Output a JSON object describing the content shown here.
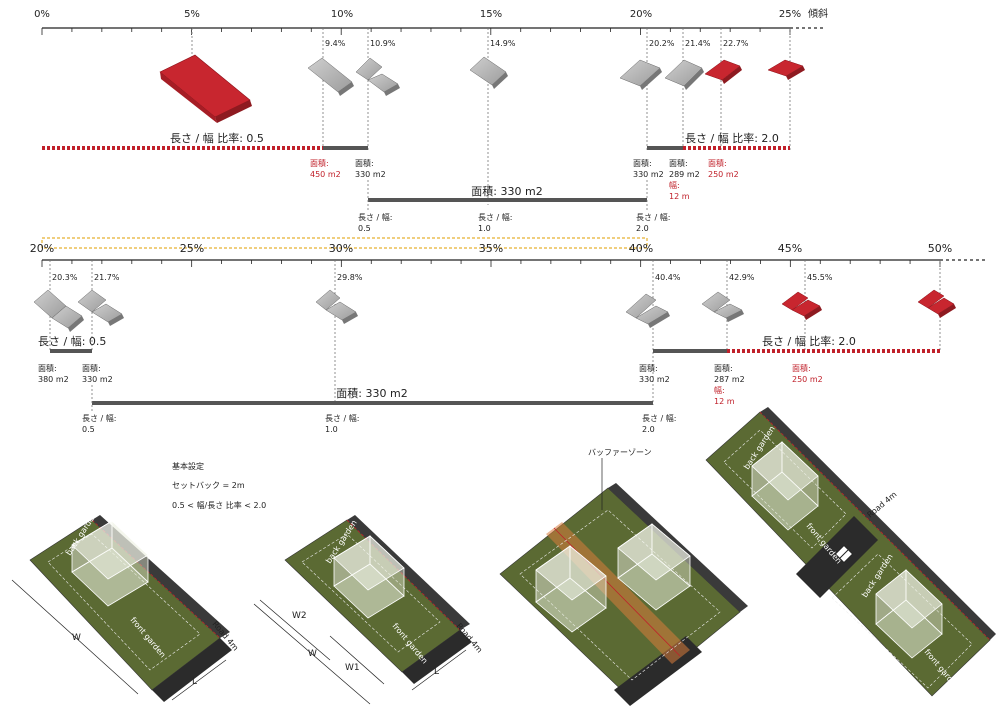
{
  "top_scale": {
    "ticks": [
      "0%",
      "5%",
      "10%",
      "15%",
      "20%",
      "25%"
    ],
    "unit_label": "傾斜",
    "markers": [
      "9.4%",
      "10.9%",
      "14.9%",
      "20.2%",
      "21.4%",
      "22.7%"
    ],
    "ratio_left": "長さ / 幅  比率: 0.5",
    "ratio_right": "長さ / 幅  比率: 2.0",
    "areas": [
      {
        "label": "面積:",
        "value": "450 m2",
        "red": true
      },
      {
        "label": "面積:",
        "value": "330 m2",
        "red": false
      },
      {
        "label": "面積:",
        "value": "330 m2",
        "red": false
      },
      {
        "label": "面積:",
        "value": "289 m2",
        "red": false
      },
      {
        "label": "面積:",
        "value": "250 m2",
        "red": true
      }
    ],
    "width_note": {
      "label": "幅:",
      "value": "12 m"
    },
    "area_band": "面積: 330 m2",
    "lw_marks": [
      {
        "label": "長さ / 幅:",
        "value": "0.5"
      },
      {
        "label": "長さ / 幅:",
        "value": "1.0"
      },
      {
        "label": "長さ / 幅:",
        "value": "2.0"
      }
    ]
  },
  "bottom_scale": {
    "ticks": [
      "20%",
      "25%",
      "30%",
      "35%",
      "40%",
      "45%",
      "50%"
    ],
    "markers": [
      "20.3%",
      "21.7%",
      "29.8%",
      "40.4%",
      "42.9%",
      "45.5%"
    ],
    "ratio_left": "長さ / 幅: 0.5",
    "ratio_right": "長さ / 幅  比率: 2.0",
    "areas": [
      {
        "label": "面積:",
        "value": "380 m2",
        "red": false
      },
      {
        "label": "面積:",
        "value": "330 m2",
        "red": false
      },
      {
        "label": "面積:",
        "value": "330 m2",
        "red": false
      },
      {
        "label": "面積:",
        "value": "287 m2",
        "red": false
      },
      {
        "label": "面積:",
        "value": "250 m2",
        "red": true
      }
    ],
    "width_note": {
      "label": "幅:",
      "value": "12 m"
    },
    "area_band": "面積: 330 m2",
    "lw_marks": [
      {
        "label": "長さ / 幅:",
        "value": "0.5"
      },
      {
        "label": "長さ / 幅:",
        "value": "1.0"
      },
      {
        "label": "長さ / 幅:",
        "value": "2.0"
      }
    ]
  },
  "settings": {
    "title": "基本設定",
    "setback": "セットバック = 2m",
    "ratio": "0.5 < 幅/長さ  比率 < 2.0"
  },
  "plans": {
    "buffer_label": "バッファーゾーン",
    "back_garden": "back garden",
    "front_garden": "front garden",
    "road": "Road 4m",
    "w": "W",
    "w1": "W1",
    "w2": "W2",
    "l": "L"
  },
  "colors": {
    "red": "#c0202a",
    "grass": "#5b6a33",
    "road": "#2b2b2b",
    "gray_block": "#a9a9a9",
    "dashed_orange": "#e6b030"
  }
}
